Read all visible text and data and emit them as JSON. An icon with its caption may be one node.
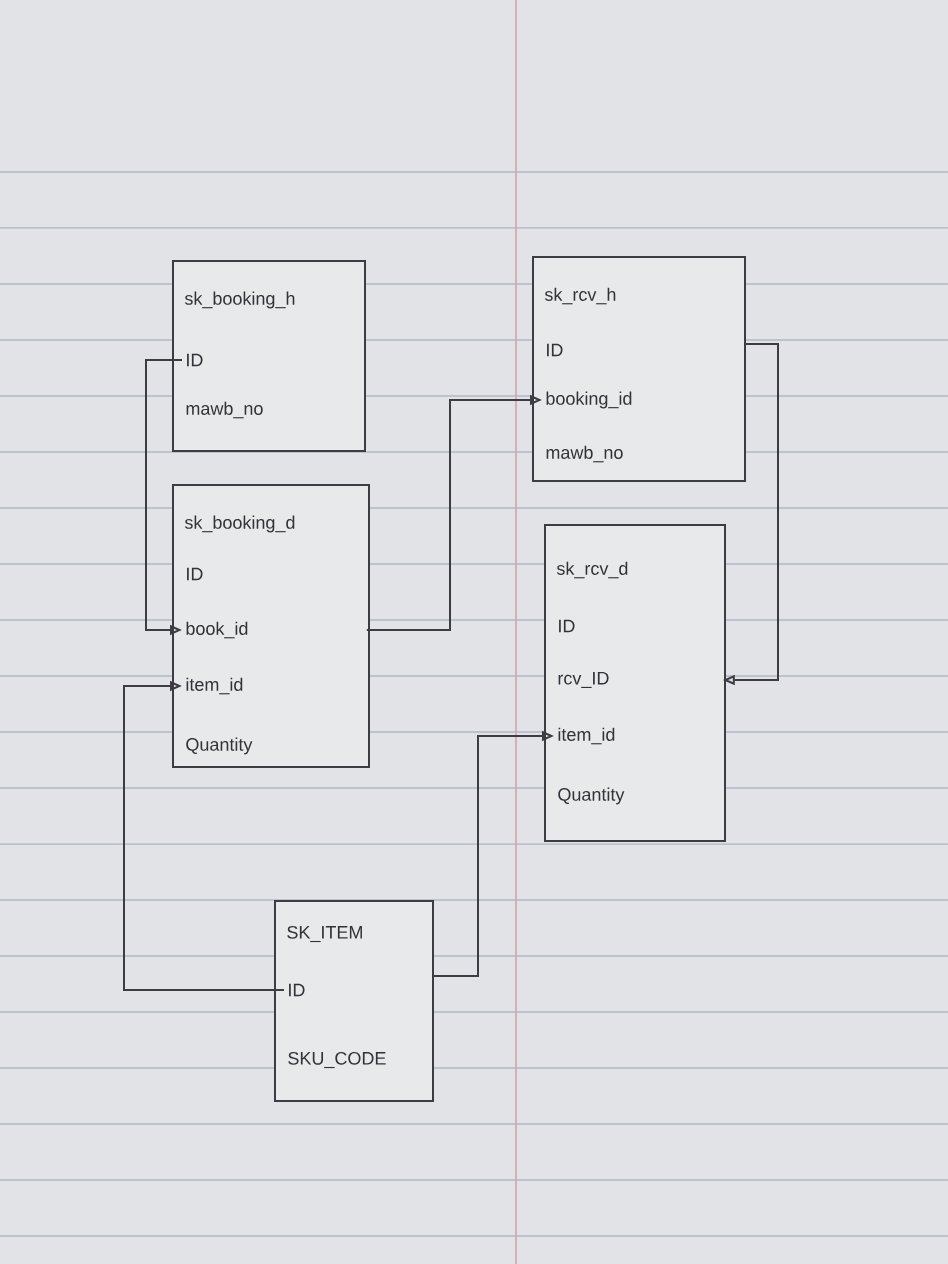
{
  "diagram": {
    "nodes": [
      {
        "text": [
          "sk_booking_h"
        ]
      },
      {
        "text": [
          "ID"
        ],
        "in": 0
      },
      {
        "text": [
          "mawb_no"
        ],
        "in": 0
      },
      {
        "text": [
          "sk_booking_d"
        ]
      },
      {
        "text": [
          "ID"
        ],
        "in": 3
      },
      {
        "text": [
          "book_id"
        ],
        "in": 3
      },
      {
        "text": [
          "item_id"
        ],
        "in": 3
      },
      {
        "text": [
          "Quantity"
        ],
        "in": 3
      },
      {
        "text": [
          "sk_rcv_h"
        ]
      },
      {
        "text": [
          "ID"
        ],
        "in": 8
      },
      {
        "text": [
          "booking_id"
        ],
        "in": 8
      },
      {
        "text": [
          "mawb_no"
        ],
        "in": 8
      },
      {
        "text": [
          "sk_rcv_d"
        ]
      },
      {
        "text": [
          "ID"
        ],
        "in": 12
      },
      {
        "text": [
          "rcv_ID"
        ],
        "in": 12
      },
      {
        "text": [
          "item_id"
        ],
        "in": 12
      },
      {
        "text": [
          "Quantity"
        ],
        "in": 12
      },
      {
        "text": [
          "SK_ITEM"
        ]
      },
      {
        "text": [
          "ID"
        ],
        "in": 17
      },
      {
        "text": [
          "SKU_CODE"
        ],
        "in": 17
      }
    ],
    "edges": [
      {
        "from": 1,
        "to": 5,
        "arrow": "to"
      },
      {
        "from": 5,
        "to": 10,
        "arrow": "to"
      },
      {
        "from": 8,
        "to": 14,
        "arrow": "to"
      },
      {
        "from": 18,
        "to": 6,
        "arrow": "to"
      },
      {
        "from": 17,
        "to": 15,
        "arrow": "to"
      }
    ]
  }
}
